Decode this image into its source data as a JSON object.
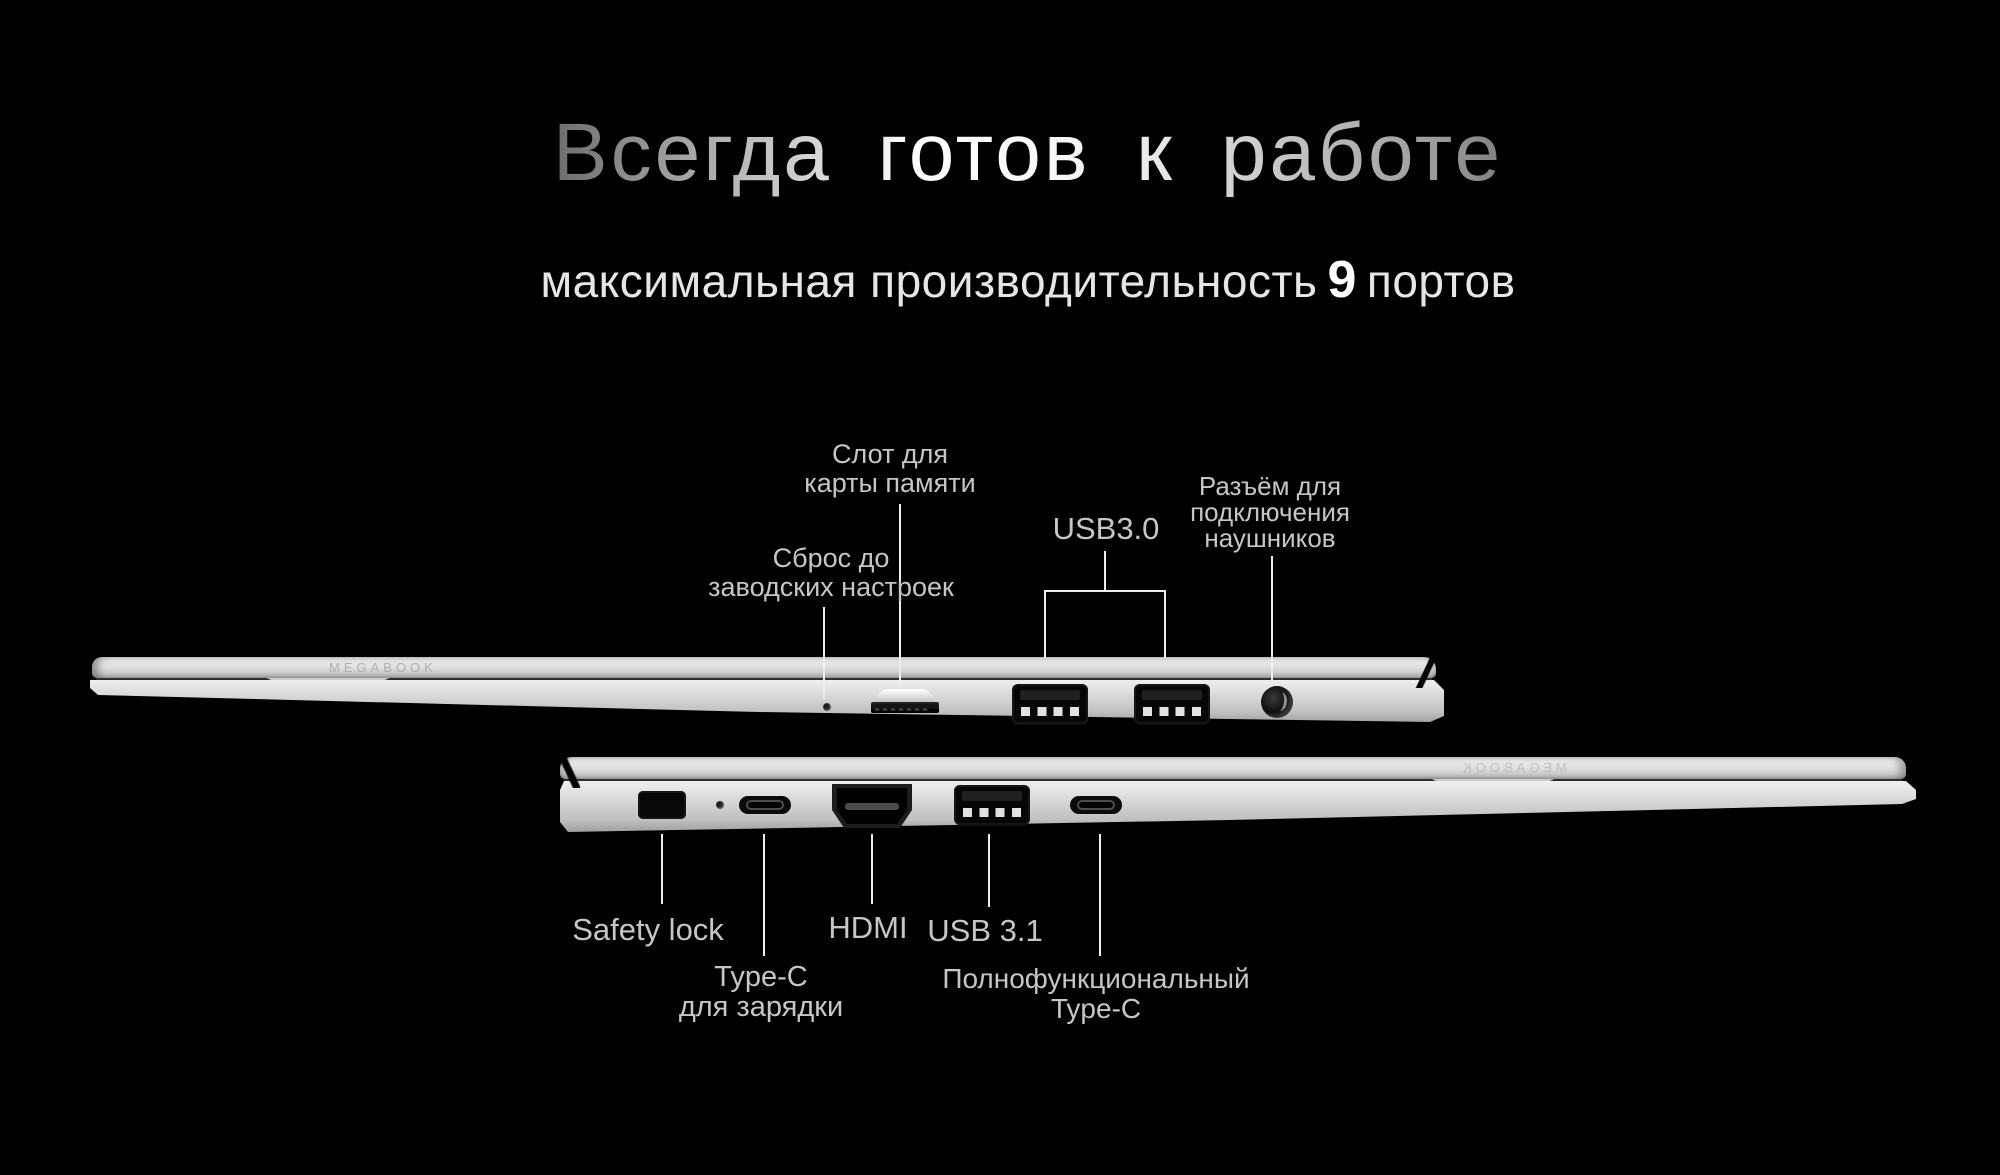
{
  "title": {
    "text": "Всегда готов к работе"
  },
  "subtitle": {
    "prefix": "максимальная производительность",
    "count": "9",
    "suffix": "портов"
  },
  "brand": {
    "engraving": "MEGABOOK"
  },
  "colors": {
    "background": "#000000",
    "label": "#c6c6c6",
    "callout_line": "#ededed",
    "body_light": "#efefef",
    "body_dark": "#969696"
  },
  "top_laptop": {
    "view": "right-side-profile",
    "ports": [
      "factory-reset-pinhole",
      "sd-card-slot",
      "usb-a-port",
      "usb-a-port",
      "headphone-jack"
    ],
    "callouts": {
      "card_slot": {
        "lines": [
          "Слот для",
          "карты памяти"
        ]
      },
      "factory_reset": {
        "lines": [
          "Сброс до",
          "заводских настроек"
        ]
      },
      "usb30": {
        "label": "USB3.0"
      },
      "headphones": {
        "lines": [
          "Разъём для",
          "подключения",
          "наушников"
        ]
      }
    }
  },
  "bottom_laptop": {
    "view": "left-side-profile",
    "ports": [
      "kensington-lock-slot",
      "pinhole",
      "usb-c-port",
      "hdmi-port",
      "usb-a-port",
      "usb-c-port"
    ],
    "callouts": {
      "safety_lock": {
        "label": "Safety lock"
      },
      "typec_charging": {
        "lines": [
          "Type-C",
          "для зарядки"
        ]
      },
      "hdmi": {
        "label": "HDMI"
      },
      "usb31": {
        "label": "USB 3.1"
      },
      "typec_full": {
        "lines": [
          "Полнофункциональный",
          "Type-C"
        ]
      }
    }
  }
}
